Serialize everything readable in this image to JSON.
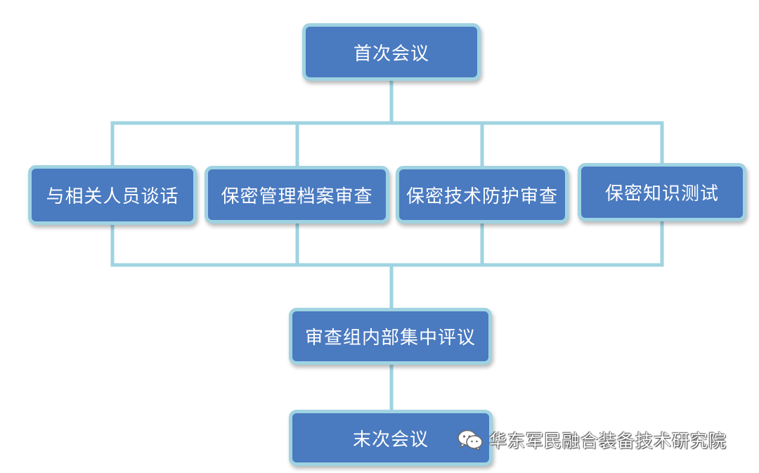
{
  "diagram": {
    "nodes": {
      "first_meeting": "首次会议",
      "interview": "与相关人员谈话",
      "archive_review": "保密管理档案审查",
      "tech_review": "保密技术防护审查",
      "knowledge_test": "保密知识测试",
      "internal_review": "审查组内部集中评议",
      "final_meeting": "末次会议"
    },
    "colors": {
      "box_fill": "#4a7ac0",
      "box_border": "#9fd3e1",
      "connector": "#9fd3e1",
      "text": "#ffffff"
    }
  },
  "watermark": {
    "icon": "wechat-icon",
    "text": "华东军民融合装备技术研究院"
  }
}
